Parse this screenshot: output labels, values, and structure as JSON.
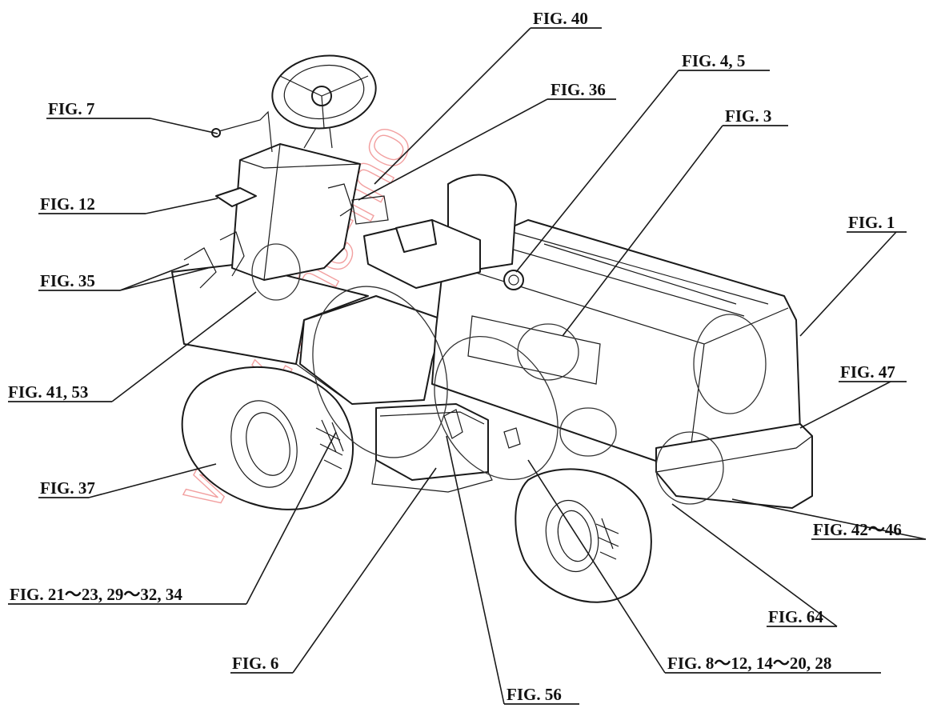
{
  "watermark": "www.emc-mo",
  "labels": [
    {
      "id": "fig40",
      "text": "FIG. 40"
    },
    {
      "id": "fig7",
      "text": "FIG. 7"
    },
    {
      "id": "fig45",
      "text": "FIG. 4, 5"
    },
    {
      "id": "fig36",
      "text": "FIG. 36"
    },
    {
      "id": "fig3",
      "text": "FIG. 3"
    },
    {
      "id": "fig12",
      "text": "FIG. 12"
    },
    {
      "id": "fig1",
      "text": "FIG. 1"
    },
    {
      "id": "fig35",
      "text": "FIG. 35"
    },
    {
      "id": "fig4153",
      "text": "FIG. 41, 53"
    },
    {
      "id": "fig47",
      "text": "FIG. 47"
    },
    {
      "id": "fig37",
      "text": "FIG. 37"
    },
    {
      "id": "fig4246",
      "text": "FIG. 42～46"
    },
    {
      "id": "fig2134",
      "text": "FIG. 21～23, 29～32, 34"
    },
    {
      "id": "fig64",
      "text": "FIG. 64"
    },
    {
      "id": "fig6",
      "text": "FIG. 6"
    },
    {
      "id": "fig828",
      "text": "FIG. 8～12, 14～20, 28"
    },
    {
      "id": "fig56",
      "text": "FIG. 56"
    }
  ]
}
